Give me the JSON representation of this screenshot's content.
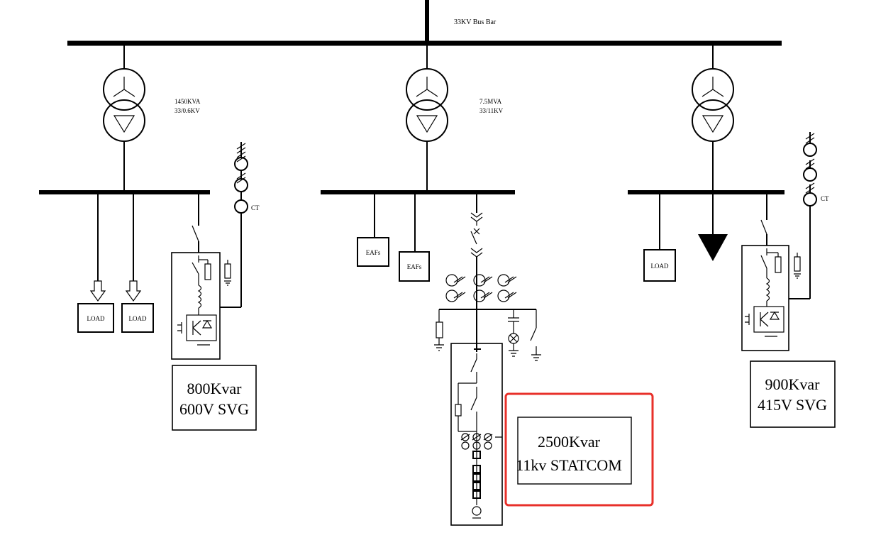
{
  "bus_bar": {
    "label": "33KV Bus Bar"
  },
  "transformers": [
    {
      "rating": "1450KVA",
      "ratio": "33/0.6KV"
    },
    {
      "rating": "7.5MVA",
      "ratio": "33/11KV"
    },
    {
      "rating": "",
      "ratio": ""
    }
  ],
  "loads": {
    "label": "LOAD"
  },
  "eafs": {
    "label": "EAFs"
  },
  "ct": {
    "label": "CT"
  },
  "svg_left": {
    "line1": "800Kvar",
    "line2": "600V SVG"
  },
  "svg_right": {
    "line1": "900Kvar",
    "line2": "415V SVG"
  },
  "statcom": {
    "line1": "2500Kvar",
    "line2": "11kv STATCOM",
    "highlight_color": "#e8302a"
  }
}
